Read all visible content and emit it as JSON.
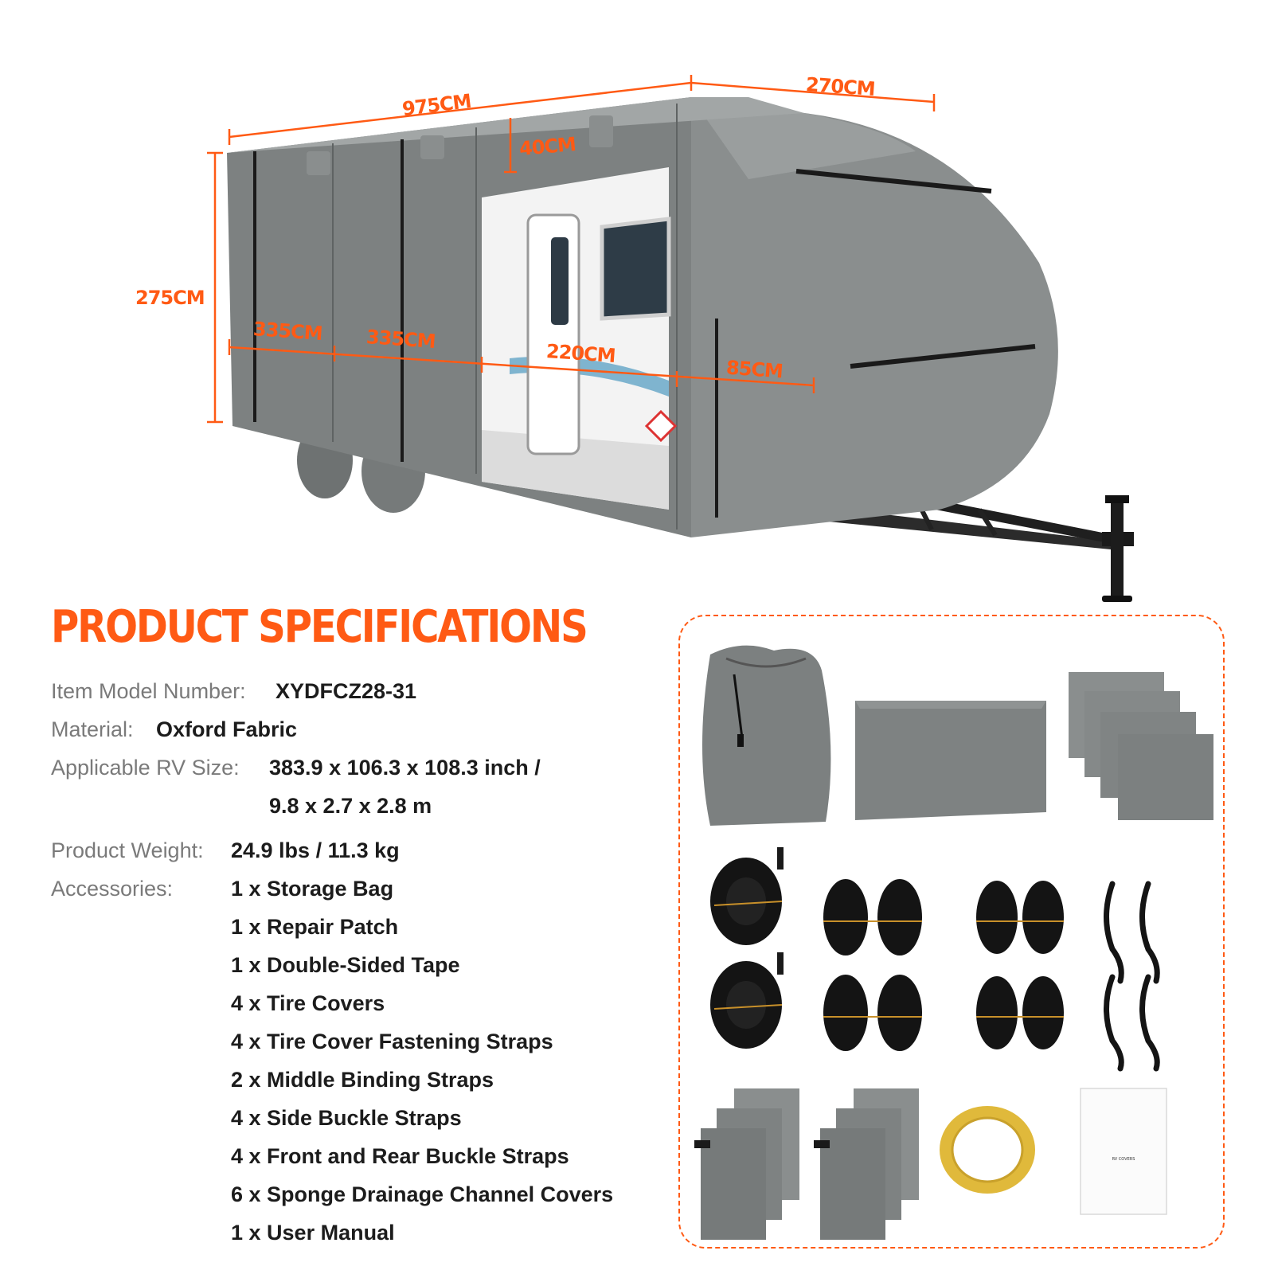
{
  "dimensions": {
    "length": "975CM",
    "front_width": "270CM",
    "height": "275CM",
    "roof_vent_gap": "40CM",
    "rear_panel": "335CM",
    "middle_panel": "335CM",
    "door_panel": "220CM",
    "front_panel": "85CM"
  },
  "spec": {
    "title": "PRODUCT SPECIFICATIONS",
    "model_label": "Item Model Number:",
    "model_value": "XYDFCZ28-31",
    "material_label": "Material:",
    "material_value": "Oxford Fabric",
    "size_label": "Applicable RV Size:",
    "size_value_1": "383.9 x 106.3 x 108.3 inch /",
    "size_value_2": "9.8 x 2.7 x 2.8 m",
    "weight_label": "Product Weight:",
    "weight_value": "24.9 lbs / 11.3 kg",
    "accessories_label": "Accessories:",
    "accessories": [
      "1 x Storage Bag",
      "1 x Repair Patch",
      "1 x Double-Sided Tape",
      "4 x Tire Covers",
      "4 x Tire Cover Fastening Straps",
      "2 x Middle Binding Straps",
      "4 x Side Buckle Straps",
      "4 x Front and Rear Buckle Straps",
      "6 x Sponge Drainage Channel Covers",
      "1 x User Manual"
    ]
  },
  "manual_cover_text": "RV COVERS",
  "colors": {
    "accent": "#ff5a14",
    "cover_gray": "#7b7f7f",
    "strap_black": "#141414"
  }
}
